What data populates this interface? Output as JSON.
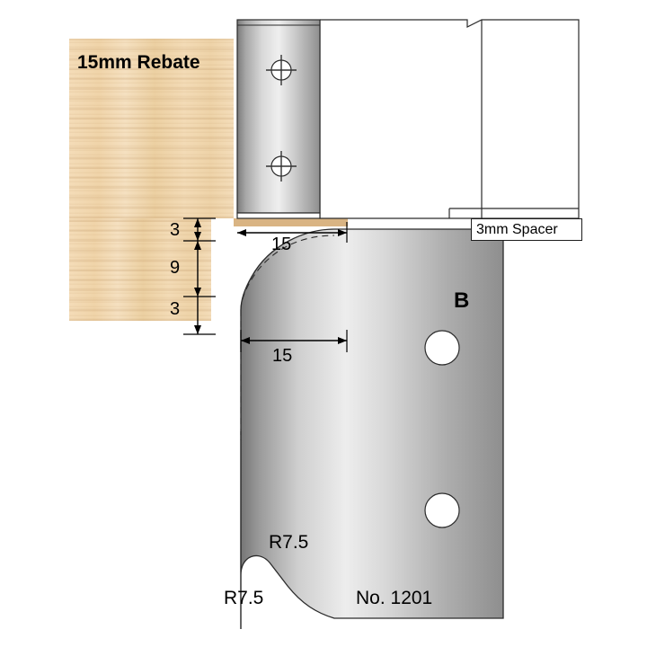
{
  "diagram": {
    "title_label": "15mm Rebate",
    "labels": {
      "rebate": "15mm Rebate",
      "spacer": "3mm Spacer",
      "letter_b": "B",
      "radius_left": "R7.5",
      "radius_inner": "R7.5",
      "part_number": "No. 1201"
    },
    "dimensions": {
      "top_3": "3",
      "nine": "9",
      "bottom_3": "3",
      "top_15": "15",
      "lower_15": "15"
    },
    "colors": {
      "wood": "#f0d6ac",
      "wood_edge": "#d9b483",
      "steel_light": "#e8e8e8",
      "steel_dark": "#6f6f6f",
      "outline": "#2b2b2b",
      "background": "#ffffff"
    }
  }
}
